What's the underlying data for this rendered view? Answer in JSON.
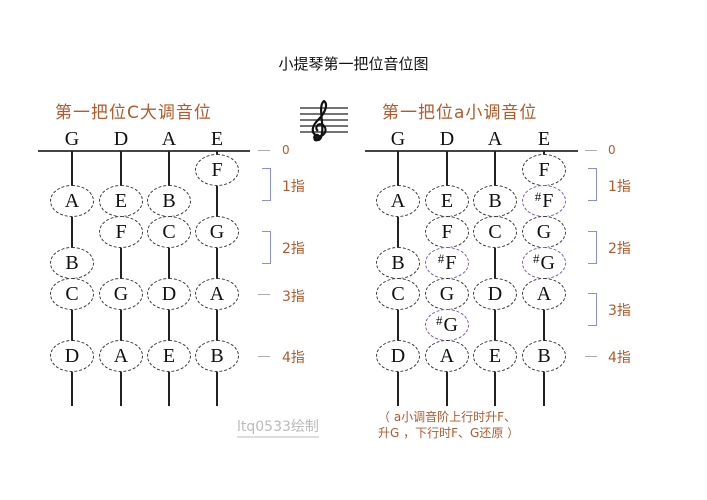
{
  "title": "小提琴第一把位音位图",
  "colors": {
    "accent": "#b5582a",
    "sharp_outline": "#7b4fd0",
    "bracket": "#8a8ee0"
  },
  "left": {
    "subtitle": "第一把位C大调音位",
    "strings": [
      "G",
      "D",
      "A",
      "E"
    ],
    "notes": {
      "r0": [
        "",
        "",
        "",
        "F"
      ],
      "r1": [
        "A",
        "E",
        "B",
        ""
      ],
      "r2": [
        "",
        "F",
        "C",
        "G"
      ],
      "r2b": [
        "B",
        "",
        "",
        ""
      ],
      "r3": [
        "C",
        "G",
        "D",
        "A"
      ],
      "r4": [
        "D",
        "A",
        "E",
        "B"
      ]
    },
    "labels": {
      "zero": "0",
      "f1": "1指",
      "f2": "2指",
      "f3": "3指",
      "f4": "4指"
    }
  },
  "right": {
    "subtitle": "第一把位a小调音位",
    "strings": [
      "G",
      "D",
      "A",
      "E"
    ],
    "notes": {
      "r0": [
        "",
        "",
        "",
        "F"
      ],
      "r1": [
        "A",
        "E",
        "B",
        "F"
      ],
      "r1_sharp": [
        "",
        "",
        "",
        "#"
      ],
      "r2": [
        "",
        "F",
        "C",
        "G"
      ],
      "r2b": [
        "B",
        "F",
        "",
        "G"
      ],
      "r2b_sharp": [
        "",
        "#",
        "",
        "#"
      ],
      "r3": [
        "C",
        "G",
        "D",
        "A"
      ],
      "r3b": [
        "",
        "G",
        "",
        ""
      ],
      "r3b_sharp": [
        "",
        "#",
        "",
        ""
      ],
      "r4": [
        "D",
        "A",
        "E",
        "B"
      ]
    },
    "labels": {
      "zero": "0",
      "f1": "1指",
      "f2": "2指",
      "f3": "3指",
      "f4": "4指"
    },
    "caption_line1": "（ a小调音阶上行时升F、",
    "caption_line2": "升G ，下行时F、G还原 ）"
  },
  "watermark": "ltq0533绘制",
  "icons": {
    "clef": "treble-clef-icon"
  }
}
